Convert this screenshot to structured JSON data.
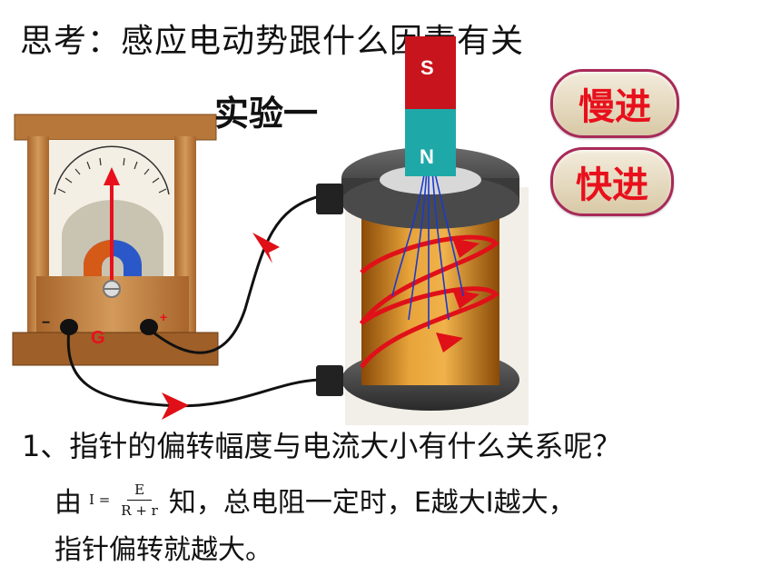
{
  "title": "思考：感应电动势跟什么因素有关",
  "experiment_label": "实验一",
  "buttons": {
    "slow": "慢进",
    "fast": "快进"
  },
  "galvanometer": {
    "label": "G",
    "minus": "−",
    "plus": "+"
  },
  "magnet": {
    "north": "N",
    "south": "S"
  },
  "question": "1、指针的偏转幅度与电流大小有什么关系呢？",
  "explanation": {
    "prefix": "由",
    "formula_lhs": "I =",
    "formula_num": "E",
    "formula_den": "R + r",
    "suffix": "知，总电阻一定时，E越大I越大，",
    "conclusion": "指针偏转就越大。"
  },
  "colors": {
    "accent_red": "#e8101c",
    "button_border": "#a82a5a",
    "wood": "#c58a4a",
    "coil": "#d08a1a",
    "magnet_red": "#c8141c",
    "magnet_teal": "#1fa8a8"
  }
}
